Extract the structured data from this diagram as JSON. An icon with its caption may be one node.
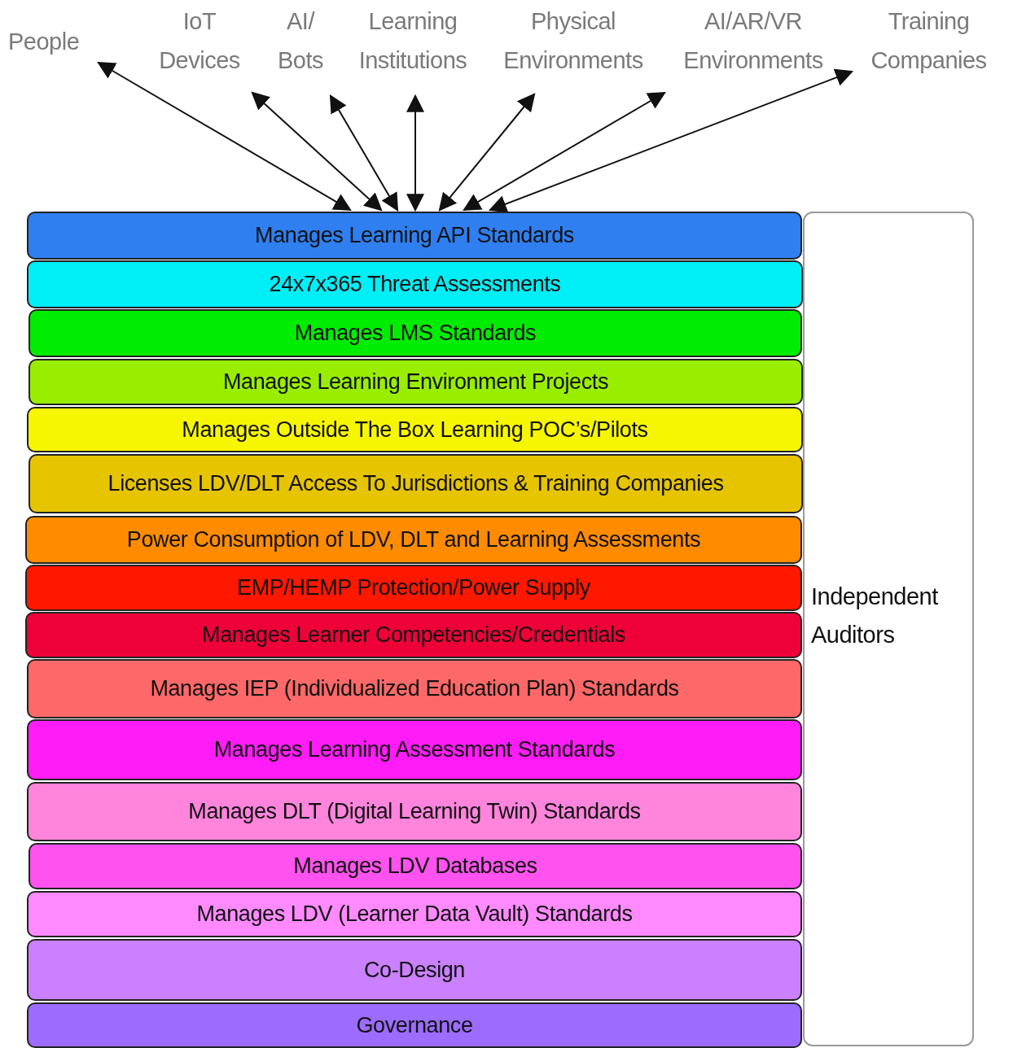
{
  "diagram": {
    "nodes": [
      {
        "text": [
          "People"
        ]
      },
      {
        "text": [
          "IoT Devices"
        ]
      },
      {
        "text": [
          "AI/ Bots"
        ]
      },
      {
        "text": [
          "Learning Institutions"
        ]
      },
      {
        "text": [
          "Physical Environments"
        ]
      },
      {
        "text": [
          "AI/AR/VR Environments"
        ]
      },
      {
        "text": [
          "Training Companies"
        ]
      },
      {
        "text": [
          "Manages Learning API Standards"
        ]
      },
      {
        "text": [
          "24x7x365 Threat Assessments"
        ]
      },
      {
        "text": [
          "Manages LMS Standards"
        ]
      },
      {
        "text": [
          "Manages Learning Environment Projects"
        ]
      },
      {
        "text": [
          "Manages Outside The Box Learning POC’s/Pilots"
        ]
      },
      {
        "text": [
          "Licenses LDV/DLT Access To Jurisdictions & Training Companies"
        ]
      },
      {
        "text": [
          "Power Consumption of LDV, DLT and Learning Assessments"
        ]
      },
      {
        "text": [
          "EMP/HEMP Protection/Power Supply"
        ]
      },
      {
        "text": [
          "Manages Learner Competencies/Credentials"
        ]
      },
      {
        "text": [
          "Manages IEP (Individualized Education Plan) Standards"
        ]
      },
      {
        "text": [
          "Manages Learning Assessment Standards"
        ]
      },
      {
        "text": [
          "Manages DLT (Digital Learning Twin) Standards"
        ]
      },
      {
        "text": [
          "Manages LDV Databases"
        ]
      },
      {
        "text": [
          "Manages LDV (Learner Data Vault) Standards"
        ]
      },
      {
        "text": [
          "Co-Design"
        ]
      },
      {
        "text": [
          "Governance"
        ]
      },
      {
        "text": [
          "Independent Auditors"
        ]
      }
    ],
    "edges": [
      {
        "from": 7,
        "to": 0,
        "arrow": "both"
      },
      {
        "from": 7,
        "to": 1,
        "arrow": "both"
      },
      {
        "from": 7,
        "to": 2,
        "arrow": "both"
      },
      {
        "from": 7,
        "to": 3,
        "arrow": "both"
      },
      {
        "from": 7,
        "to": 4,
        "arrow": "both"
      },
      {
        "from": 7,
        "to": 5,
        "arrow": "both"
      },
      {
        "from": 7,
        "to": 6,
        "arrow": "both"
      }
    ]
  }
}
